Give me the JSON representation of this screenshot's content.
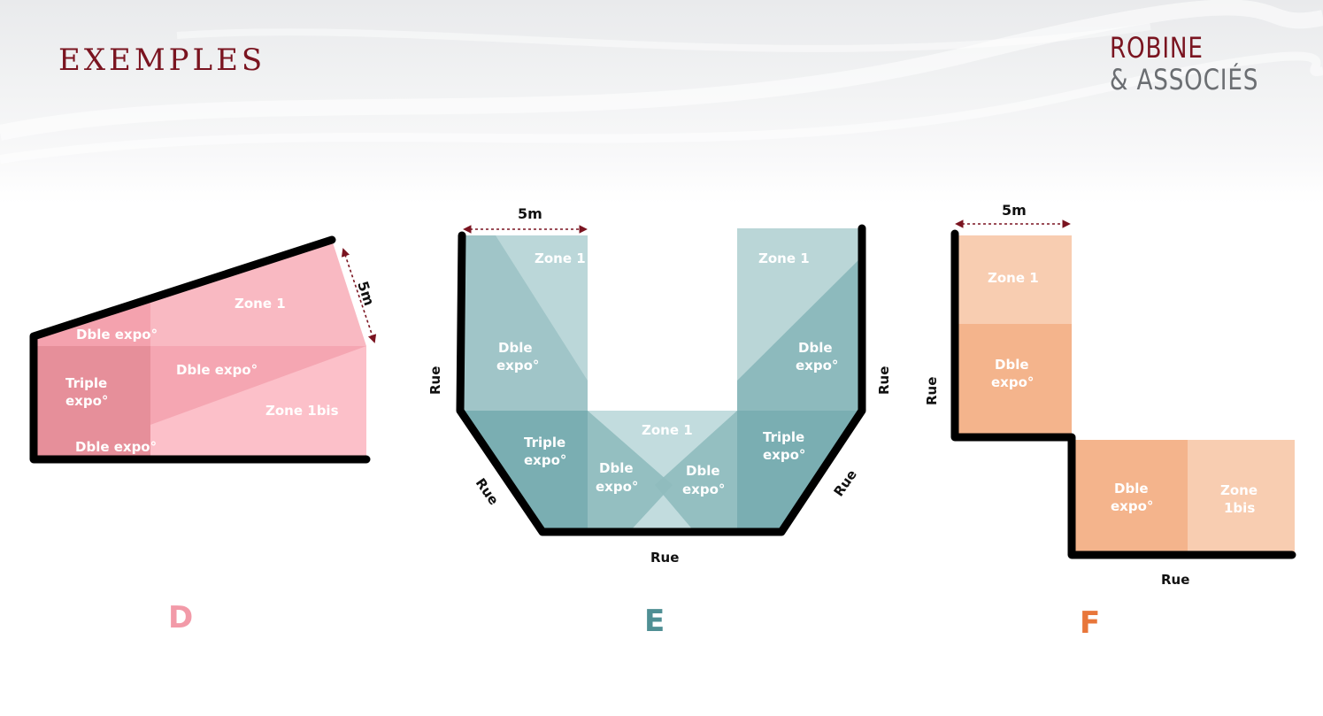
{
  "header": {
    "title": "EXEMPLES",
    "logo_line1": "ROBINE",
    "logo_line2": "& ASSOCIÉS"
  },
  "colors": {
    "title": "#7a1420",
    "logo_gray": "#6b6e72",
    "pink": "#f7a1ad",
    "teal": "#7aaeb2",
    "peach": "#f4b48c",
    "letter_D": "#f29aa8",
    "letter_E": "#4f8f94",
    "letter_F": "#e8763a"
  },
  "diagram_D": {
    "letter": "D",
    "measure": "5m",
    "zone1": "Zone 1",
    "dble_top": "Dble expo°",
    "triple_l1": "Triple",
    "triple_l2": "expo°",
    "dble_mid": "Dble expo°",
    "zone1bis": "Zone 1bis",
    "dble_bottom": "Dble expo°"
  },
  "diagram_E": {
    "letter": "E",
    "measure": "5m",
    "zone1_left": "Zone 1",
    "zone1_right": "Zone 1",
    "zone1_center": "Zone 1",
    "dble_left_l1": "Dble",
    "dble_left_l2": "expo°",
    "dble_right_l1": "Dble",
    "dble_right_l2": "expo°",
    "triple_left_l1": "Triple",
    "triple_left_l2": "expo°",
    "triple_right_l1": "Triple",
    "triple_right_l2": "expo°",
    "dble_cl_l1": "Dble",
    "dble_cl_l2": "expo°",
    "dble_cr_l1": "Dble",
    "dble_cr_l2": "expo°",
    "rue_left": "Rue",
    "rue_right": "Rue",
    "rue_bl": "Rue",
    "rue_br": "Rue",
    "rue_bottom": "Rue"
  },
  "diagram_F": {
    "letter": "F",
    "measure": "5m",
    "zone1": "Zone 1",
    "dble_l1": "Dble",
    "dble_l2": "expo°",
    "dble2_l1": "Dble",
    "dble2_l2": "expo°",
    "zone1bis_l1": "Zone",
    "zone1bis_l2": "1bis",
    "rue_left": "Rue",
    "rue_bottom": "Rue"
  }
}
